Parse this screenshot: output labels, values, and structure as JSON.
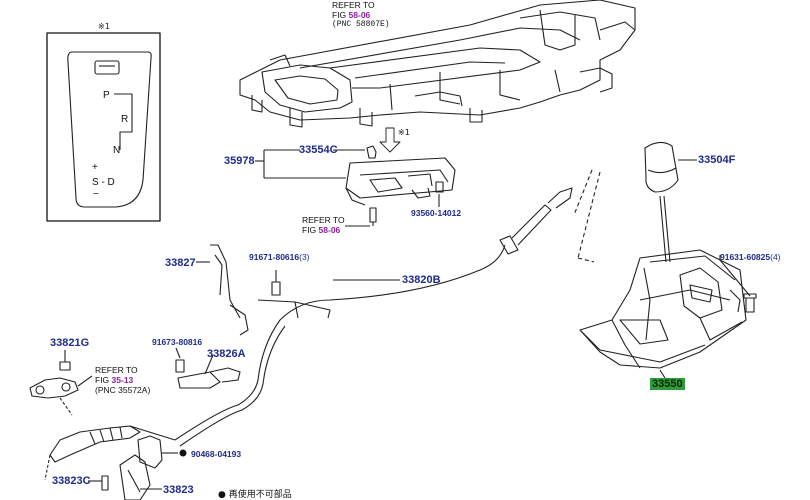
{
  "inset": {
    "note_mark": "※1",
    "gate_labels": {
      "p": "P",
      "r": "R",
      "n": "N",
      "plus": "+",
      "sd": "S - D",
      "minus": "−"
    }
  },
  "refs": {
    "top": {
      "line1": "REFER TO",
      "fig_prefix": "FIG ",
      "fig": "58-06",
      "pnc": "(PNC 58807E)"
    },
    "mid": {
      "line1": "REFER TO",
      "fig_prefix": "FIG ",
      "fig": "58-06"
    },
    "left": {
      "line1": "REFER TO",
      "fig_prefix": "FIG ",
      "fig": "35-13",
      "pnc": "(PNC 35572A)"
    }
  },
  "arrow_note": "※1",
  "parts": [
    {
      "id": "33554C",
      "label": "33554C",
      "qty": ""
    },
    {
      "id": "35978",
      "label": "35978",
      "qty": ""
    },
    {
      "id": "93560-14012",
      "label": "93560-14012",
      "qty": ""
    },
    {
      "id": "33504F",
      "label": "33504F",
      "qty": ""
    },
    {
      "id": "33827",
      "label": "33827",
      "qty": ""
    },
    {
      "id": "91671-80616",
      "label": "91671-80616",
      "qty": "(3)"
    },
    {
      "id": "33820B",
      "label": "33820B",
      "qty": ""
    },
    {
      "id": "91631-60825",
      "label": "91631-60825",
      "qty": "(4)"
    },
    {
      "id": "33821G",
      "label": "33821G",
      "qty": ""
    },
    {
      "id": "91673-80816",
      "label": "91673-80816",
      "qty": ""
    },
    {
      "id": "33826A",
      "label": "33826A",
      "qty": ""
    },
    {
      "id": "33550",
      "label": "33550",
      "qty": ""
    },
    {
      "id": "90468-04193",
      "label": "90468-04193",
      "qty": ""
    },
    {
      "id": "33823C",
      "label": "33823C",
      "qty": ""
    },
    {
      "id": "33823",
      "label": "33823",
      "qty": ""
    }
  ],
  "footnote": {
    "bullet": "●",
    "text": "再使用不可部品"
  }
}
